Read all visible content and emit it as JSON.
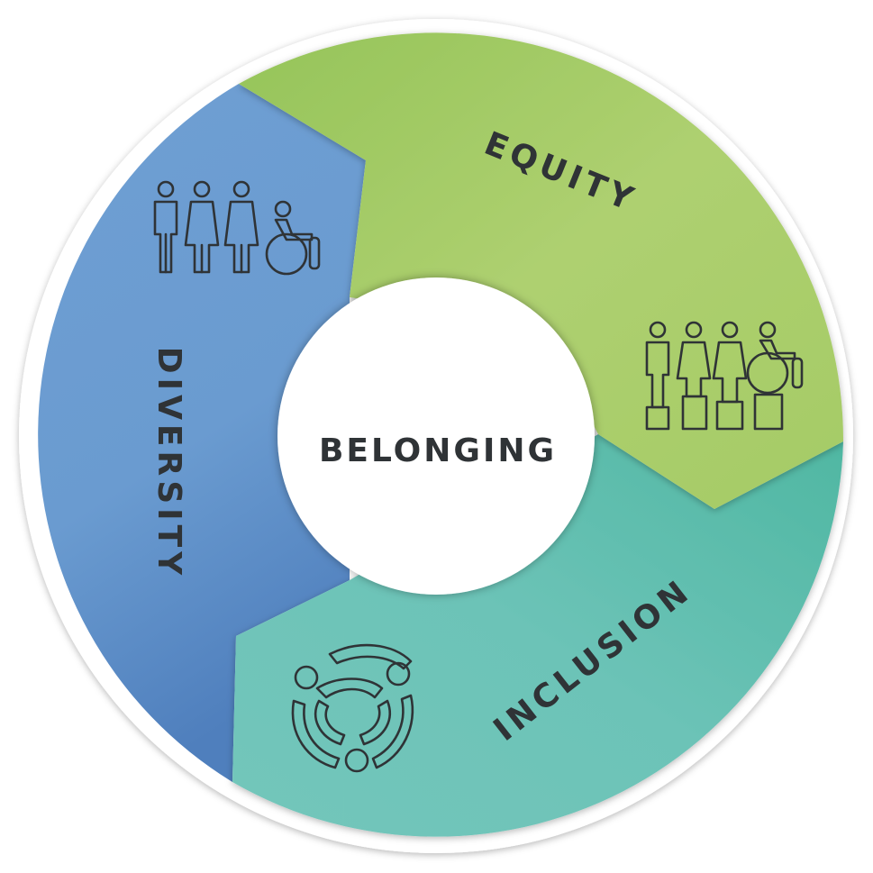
{
  "diagram": {
    "center": {
      "label": "BELONGING"
    },
    "segments": [
      {
        "id": "diversity",
        "label": "DIVERSITY",
        "color": "#6a9bd0",
        "icon": "people-group-icon"
      },
      {
        "id": "equity",
        "label": "EQUITY",
        "color": "#a7cc67",
        "icon": "people-on-pedestals-icon"
      },
      {
        "id": "inclusion",
        "label": "INCLUSION",
        "color": "#6cc3b7",
        "icon": "circle-of-people-icon"
      }
    ]
  }
}
